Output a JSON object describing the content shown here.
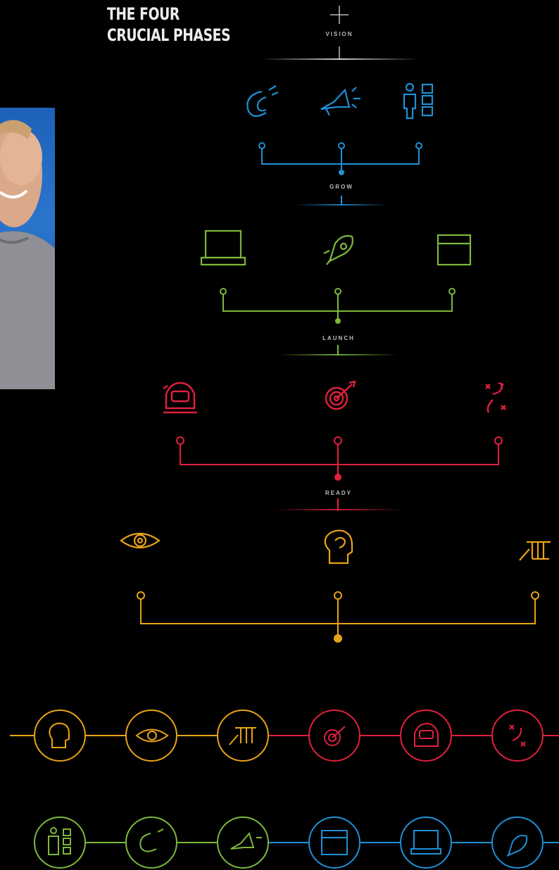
{
  "title": "THE FOUR CRUCIAL PHASES",
  "phases": [
    {
      "label": "VISION",
      "color": "#cccccc"
    },
    {
      "label": "GROW",
      "color": "#1e90d6",
      "icons": [
        "magnet-icon",
        "megaphone-icon",
        "person-checklist-icon"
      ]
    },
    {
      "label": "LAUNCH",
      "color": "#7db83a",
      "icons": [
        "laptop-icon",
        "rocket-icon",
        "browser-window-icon"
      ]
    },
    {
      "label": "READY",
      "color": "#e0203c",
      "icons": [
        "astronaut-helmet-icon",
        "target-icon",
        "strategy-play-icon"
      ]
    },
    {
      "label": "",
      "color": "#e8a317",
      "icons": [
        "eye-icon",
        "head-brain-icon",
        "blueprint-icon"
      ]
    }
  ],
  "colors": {
    "background": "#000000",
    "blue": "#1e90d6",
    "green": "#7db83a",
    "red": "#e0203c",
    "orange": "#e8a317"
  }
}
